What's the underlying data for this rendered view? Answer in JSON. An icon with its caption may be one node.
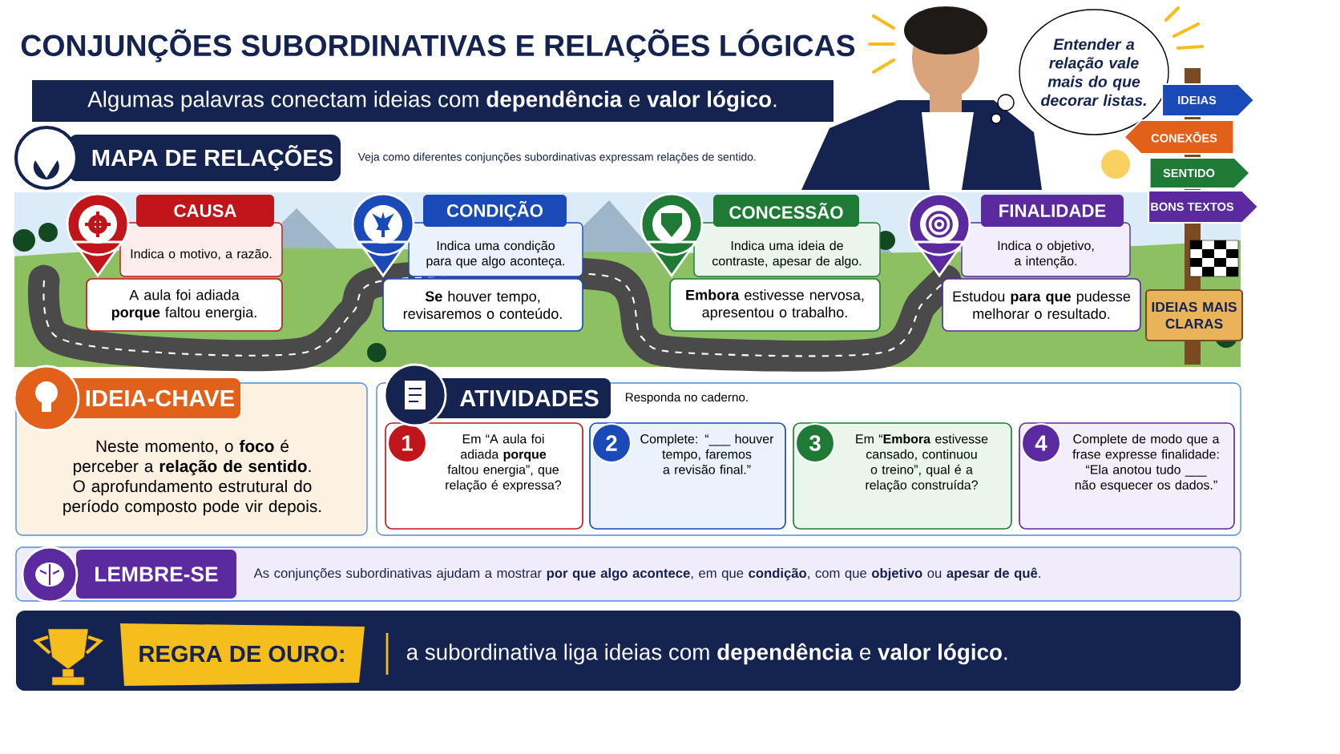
{
  "diagram": {
    "title": "CONJUNÇÕES SUBORDINATIVAS E RELAÇÕES LÓGICAS",
    "nodes": [
      {
        "text": [
          "Algumas palavras conectam ideias com **dependência** e **valor lógico**."
        ]
      },
      {
        "text": [
          "Entender a relação vale mais do que decorar listas."
        ]
      },
      {
        "text": [
          "IDEIAS"
        ]
      },
      {
        "text": [
          "CONEXÕES"
        ]
      },
      {
        "text": [
          "SENTIDO"
        ]
      },
      {
        "text": [
          "BONS TEXTOS"
        ]
      },
      {
        "text": [
          "MAPA DE RELAÇÕES"
        ],
        "beside": [
          "Veja como diferentes conjunções subordinativas expressam relações de sentido."
        ]
      },
      {
        "text": [
          "CAUSA",
          "Indica o motivo, a razão."
        ]
      },
      {
        "text": [
          "A aula foi adiada **porque** faltou energia."
        ]
      },
      {
        "text": [
          "CONDIÇÃO",
          "Indica uma condição para que algo aconteça."
        ]
      },
      {
        "text": [
          "**Se** houver tempo, revisaremos o conteúdo."
        ]
      },
      {
        "text": [
          "CONCESSÃO",
          "Indica uma ideia de contraste, apesar de algo."
        ]
      },
      {
        "text": [
          "**Embora** estivesse nervosa, apresentou o trabalho."
        ]
      },
      {
        "text": [
          "FINALIDADE",
          "Indica o objetivo, a intenção."
        ]
      },
      {
        "text": [
          "Estudou **para que** pudesse melhorar o resultado."
        ]
      },
      {
        "text": [
          "IDEIAS MAIS CLARAS"
        ]
      },
      {
        "text": [
          "IDEIA-CHAVE",
          "Neste momento, o **foco** é perceber a **relação de sentido**. O aprofundamento estrutural do período composto pode vir depois."
        ]
      },
      {
        "text": [
          "ATIVIDADES",
          "Responda no caderno."
        ]
      },
      {
        "text": [
          "1",
          "Em “A aula foi adiada **porque** faltou energia”, que relação é expressa?"
        ],
        "in": 17
      },
      {
        "text": [
          "2",
          "Complete: “___ houver tempo, faremos a revisão final.”"
        ],
        "in": 17
      },
      {
        "text": [
          "3",
          "Em “**Embora** estivesse cansado, continuou o treino”, qual é a relação construída?"
        ],
        "in": 17
      },
      {
        "text": [
          "4",
          "Complete de modo que a frase expresse finalidade: “Ela anotou tudo ___ não esquecer os dados.”"
        ],
        "in": 17
      },
      {
        "text": [
          "LEMBRE-SE",
          "As conjunções subordinativas ajudam a mostrar **por que algo acontece**, em que **condição**, com que **objetivo** ou **apesar de quê**."
        ]
      },
      {
        "text": [
          "REGRA DE OURO:",
          "a subordinativa liga ideias com **dependência** e **valor lógico**."
        ]
      }
    ]
  }
}
